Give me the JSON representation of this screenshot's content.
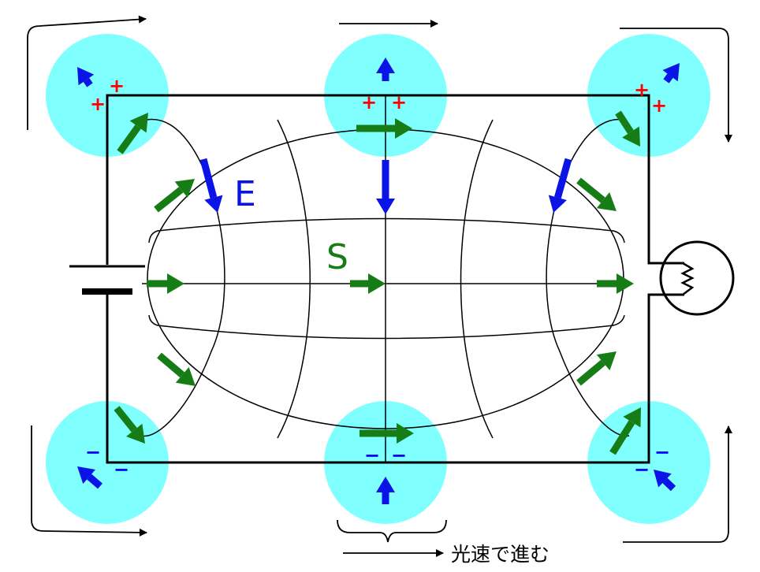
{
  "labels": {
    "e_field": "E",
    "poynting": "S",
    "caption": "光速で進む"
  },
  "charges": {
    "positive": "+",
    "negative": "−"
  },
  "colors": {
    "charge_region": "#80FFFF",
    "e_arrow": "#0A14E6",
    "s_arrow": "#167D16",
    "wire": "#000000",
    "positive_sign": "#FF0000",
    "negative_sign": "#0000FF"
  }
}
